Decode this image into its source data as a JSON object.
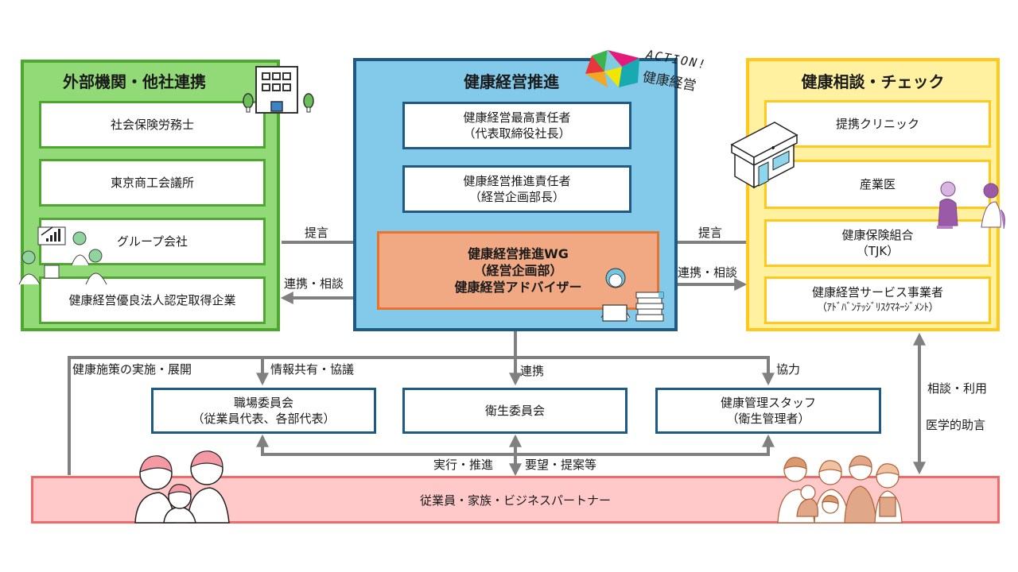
{
  "colors": {
    "external_panel": "#92d977",
    "external_border": "#4ea72e",
    "promotion_panel": "#82c9ea",
    "promotion_border": "#1e5a84",
    "wg_fill": "#f1a984",
    "wg_border": "#e8732c",
    "consult_panel": "#fff1a0",
    "consult_border": "#ffc81a",
    "employee_fill": "#ffc9c9",
    "employee_border": "#f06a6a",
    "arrow": "#808080"
  },
  "external": {
    "title": "外部機関・他社連携",
    "items": [
      "社会保険労務士",
      "東京商工会議所",
      "グループ会社",
      "健康経営優良法人認定取得企業"
    ],
    "icon": "office-building-icon",
    "illustration": "meeting-people-illustration"
  },
  "promotion": {
    "title": "健康経営推進",
    "logo": {
      "line1": "ACTION!",
      "line2": "健康経営"
    },
    "cxo": {
      "line1": "健康経営最高責任者",
      "line2": "（代表取締役社長）"
    },
    "manager": {
      "line1": "健康経営推進責任者",
      "line2": "（経営企画部長）"
    },
    "wg": {
      "line1": "健康経営推進WG",
      "line2": "（経営企画部）",
      "line3": "健康経営アドバイザー"
    },
    "illustration": "advisor-at-laptop-illustration"
  },
  "consult": {
    "title": "健康相談・チェック",
    "items": [
      {
        "line1": "提携クリニック",
        "line2": ""
      },
      {
        "line1": "産業医",
        "line2": ""
      },
      {
        "line1": "健康保険組合",
        "line2": "（TJK）"
      },
      {
        "line1": "健康経営サービス事業者",
        "line2": "（ｱﾄﾞﾊﾞﾝﾃｯｼﾞﾘｽｸﾏﾈｰｼﾞﾒﾝﾄ）"
      }
    ],
    "icon": "clinic-building-icon",
    "illustration": "doctor-consultation-illustration"
  },
  "committees": [
    {
      "line1": "職場委員会",
      "line2": "（従業員代表、各部代表）"
    },
    {
      "line1": "衛生委員会",
      "line2": ""
    },
    {
      "line1": "健康管理スタッフ",
      "line2": "（衛生管理者）"
    }
  ],
  "employees": {
    "label": "従業員・家族・ビジネスパートナー"
  },
  "arrow_labels": {
    "ext_proposal": "提言",
    "ext_cooperation": "連携・相談",
    "consult_proposal": "提言",
    "consult_cooperation": "連携・相談",
    "implementation": "健康施策の実施・展開",
    "info_sharing": "情報共有・協議",
    "linkage": "連携",
    "collaboration": "協力",
    "execution": "実行・推進",
    "requests": "要望・提案等",
    "consult_use": "相談・利用",
    "medical_advice": "医学的助言"
  }
}
